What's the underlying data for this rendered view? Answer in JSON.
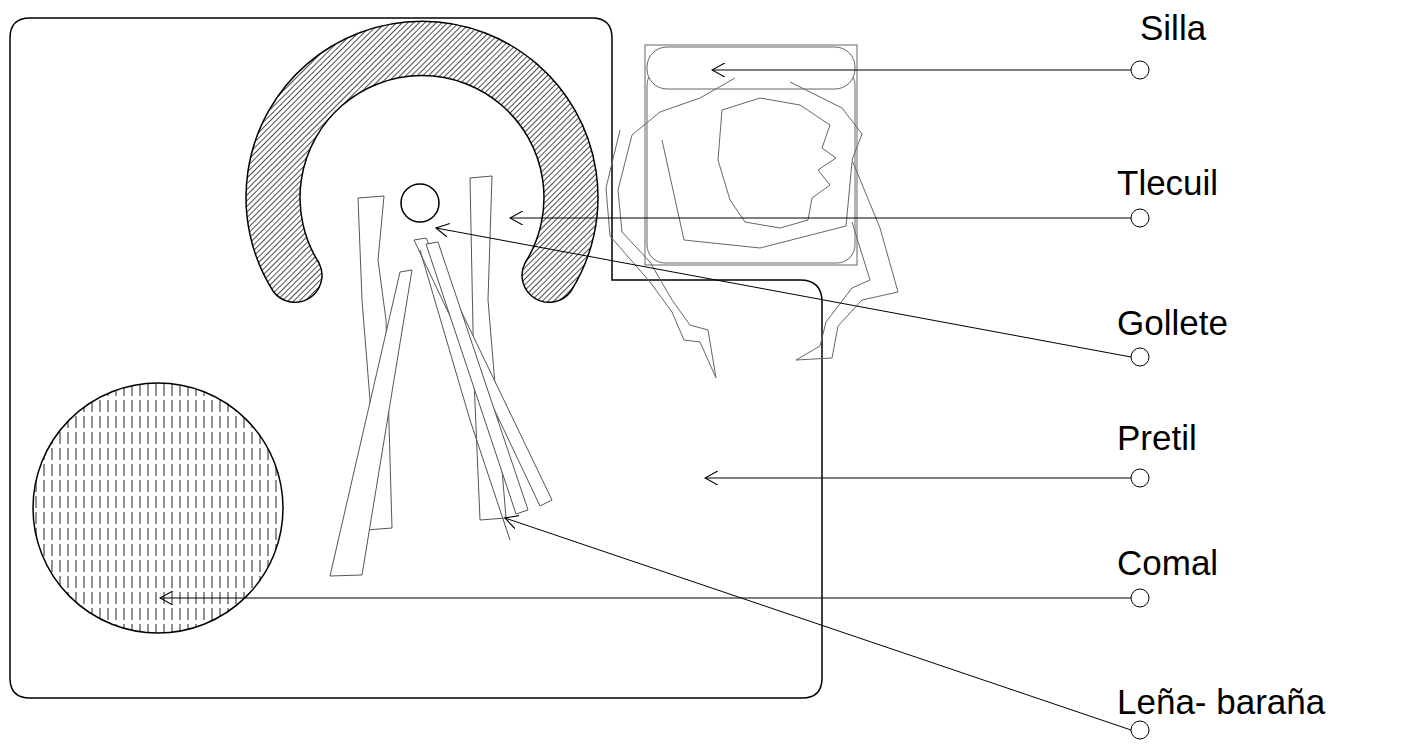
{
  "diagram": {
    "labels": [
      "Silla",
      "Tlecuil",
      "Gollete",
      "Pretil",
      "Comal",
      "Leña- baraña"
    ]
  }
}
